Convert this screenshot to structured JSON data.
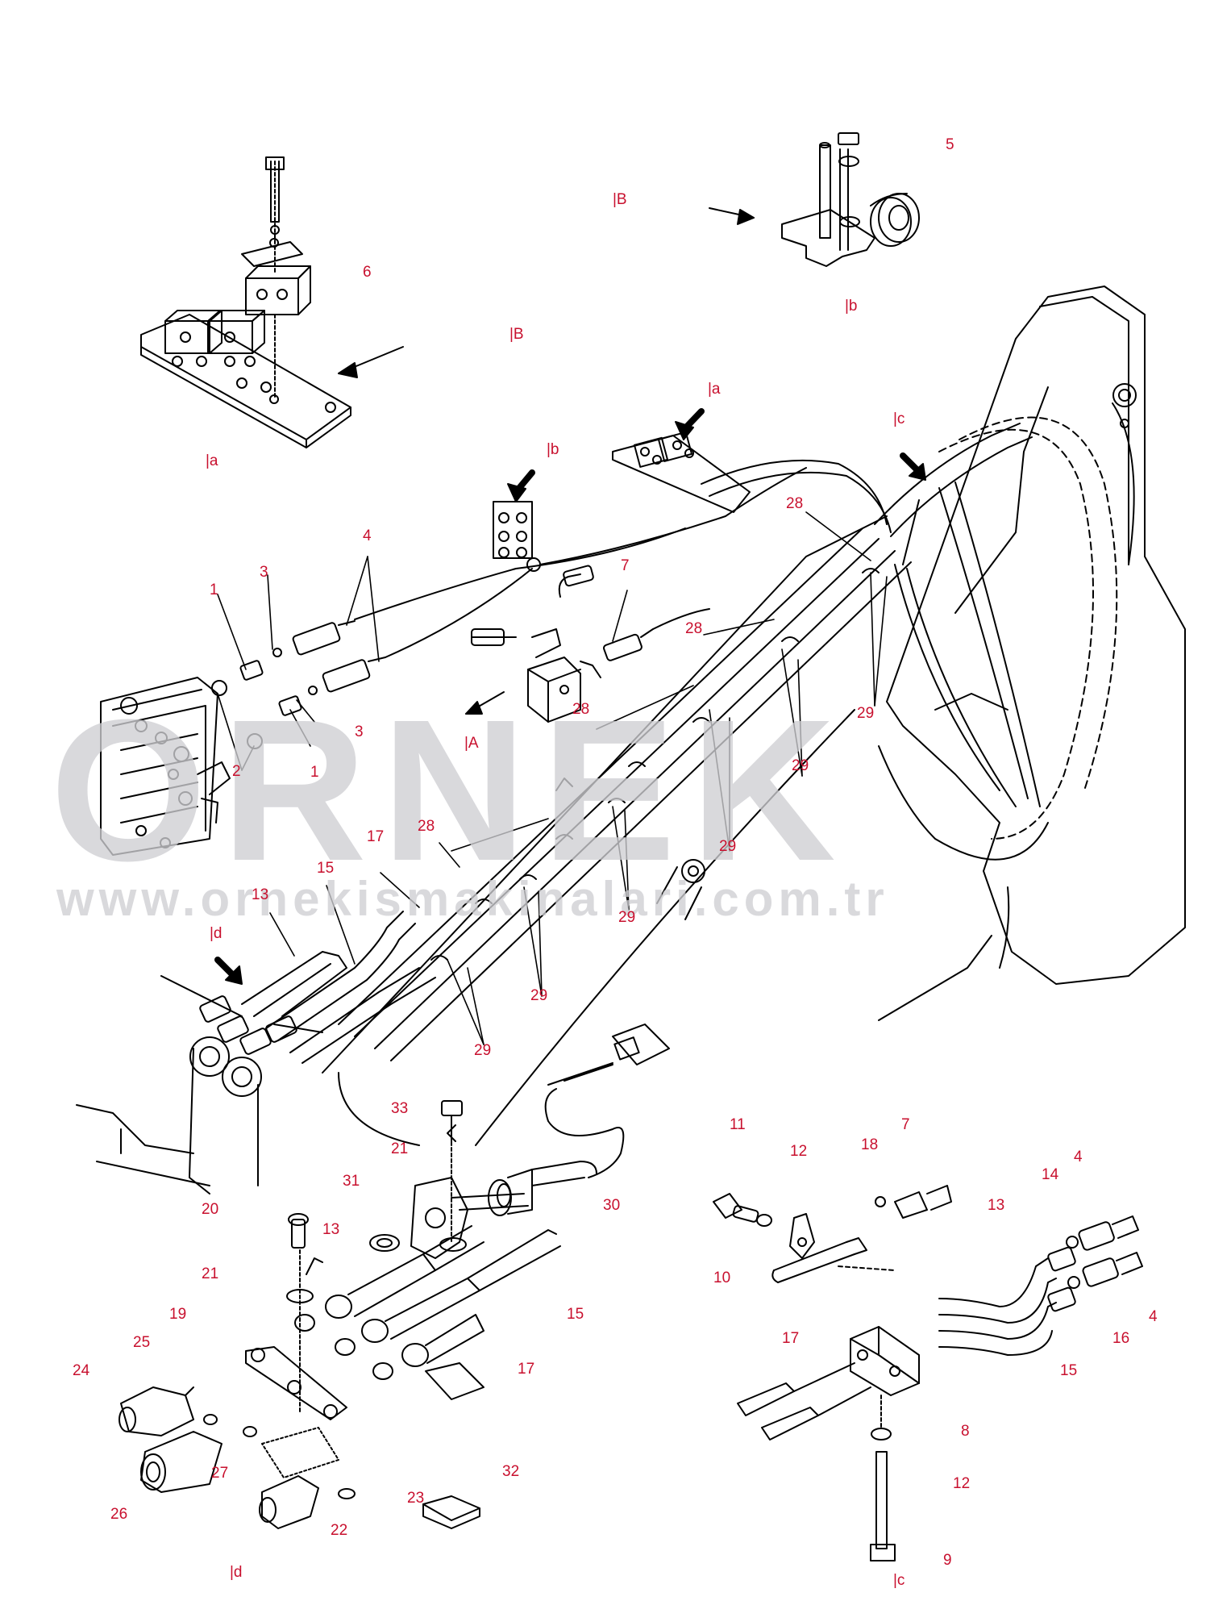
{
  "watermark": {
    "brand": "ORNEK",
    "url": "www.ornekismakinalari.com.tr"
  },
  "colors": {
    "line": "#000000",
    "callout_number": "#c8102e",
    "watermark": "#cfcfd3",
    "watermark_accent": "#f2cf3a"
  },
  "view_refs": [
    "|B",
    "|b",
    "|B",
    "|a",
    "|a",
    "|b",
    "|c",
    "|A",
    "|d",
    "|d",
    "|c"
  ],
  "callouts": [
    "5",
    "6",
    "4",
    "1",
    "3",
    "7",
    "28",
    "28",
    "28",
    "28",
    "2",
    "1",
    "3",
    "29",
    "29",
    "29",
    "29",
    "29",
    "29",
    "17",
    "15",
    "13",
    "33",
    "21",
    "31",
    "30",
    "20",
    "21",
    "13",
    "15",
    "19",
    "25",
    "24",
    "17",
    "27",
    "26",
    "32",
    "23",
    "22",
    "11",
    "12",
    "18",
    "7",
    "13",
    "14",
    "4",
    "10",
    "17",
    "16",
    "4",
    "15",
    "8",
    "12",
    "9"
  ]
}
